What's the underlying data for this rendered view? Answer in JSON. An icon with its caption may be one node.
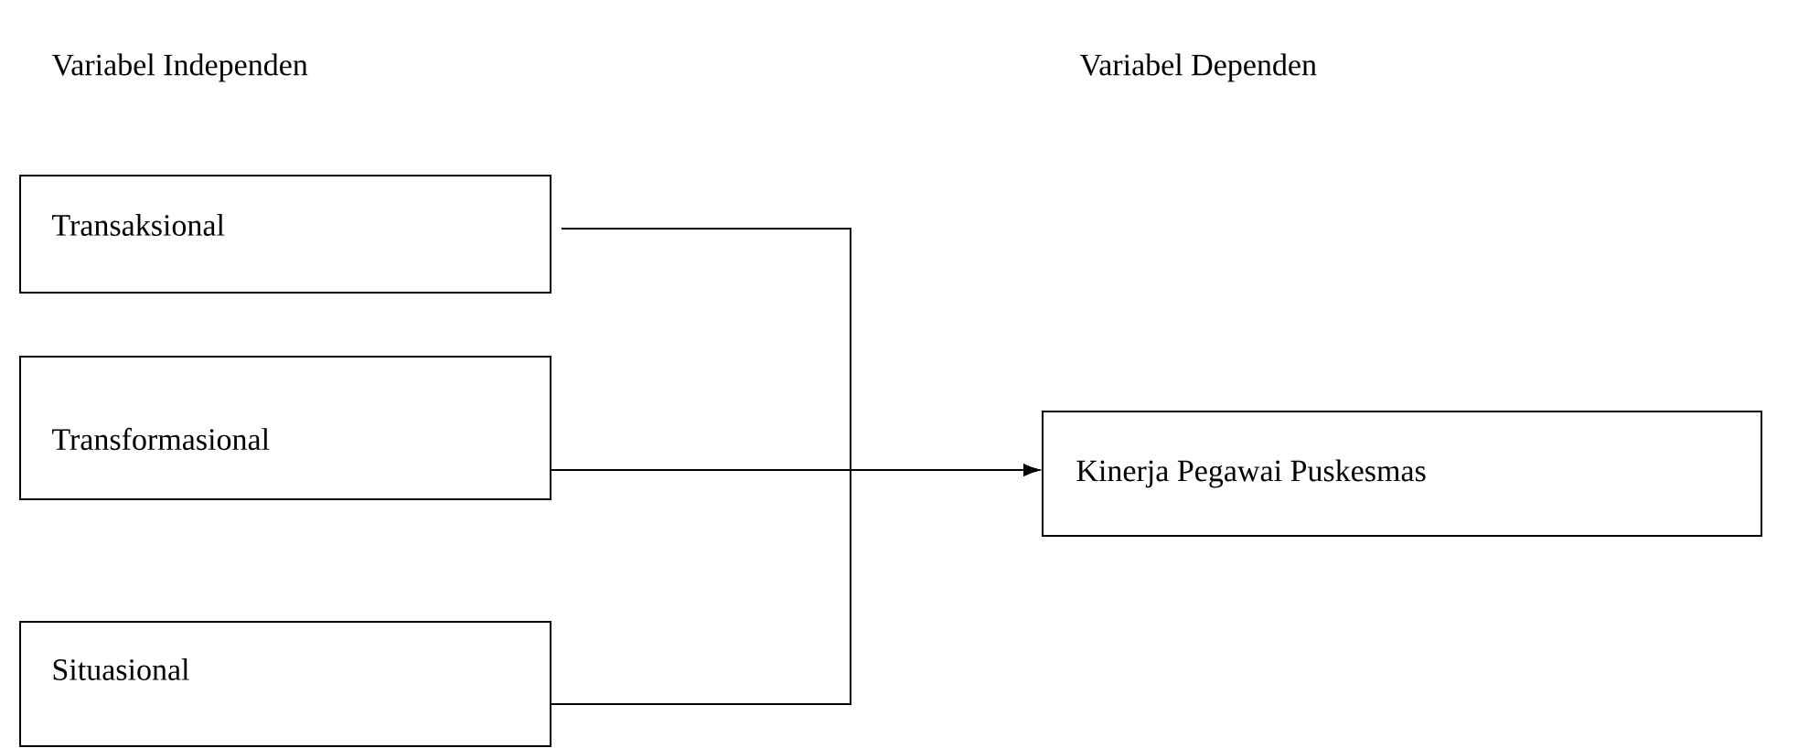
{
  "diagram": {
    "nodes": [
      {
        "text": [
          "Transaksional"
        ]
      },
      {
        "text": [
          "Transformasional"
        ]
      },
      {
        "text": [
          "Situasional"
        ]
      },
      {
        "text": [
          "Kinerja Pegawai Puskesmas"
        ]
      }
    ],
    "edges": [
      {
        "from": 0,
        "to": 3,
        "arrow": "to"
      },
      {
        "from": 1,
        "to": 3,
        "arrow": "to"
      },
      {
        "from": 2,
        "to": 3,
        "arrow": "to"
      }
    ],
    "labels": [
      "Variabel Independen",
      "Variabel Dependen"
    ]
  }
}
